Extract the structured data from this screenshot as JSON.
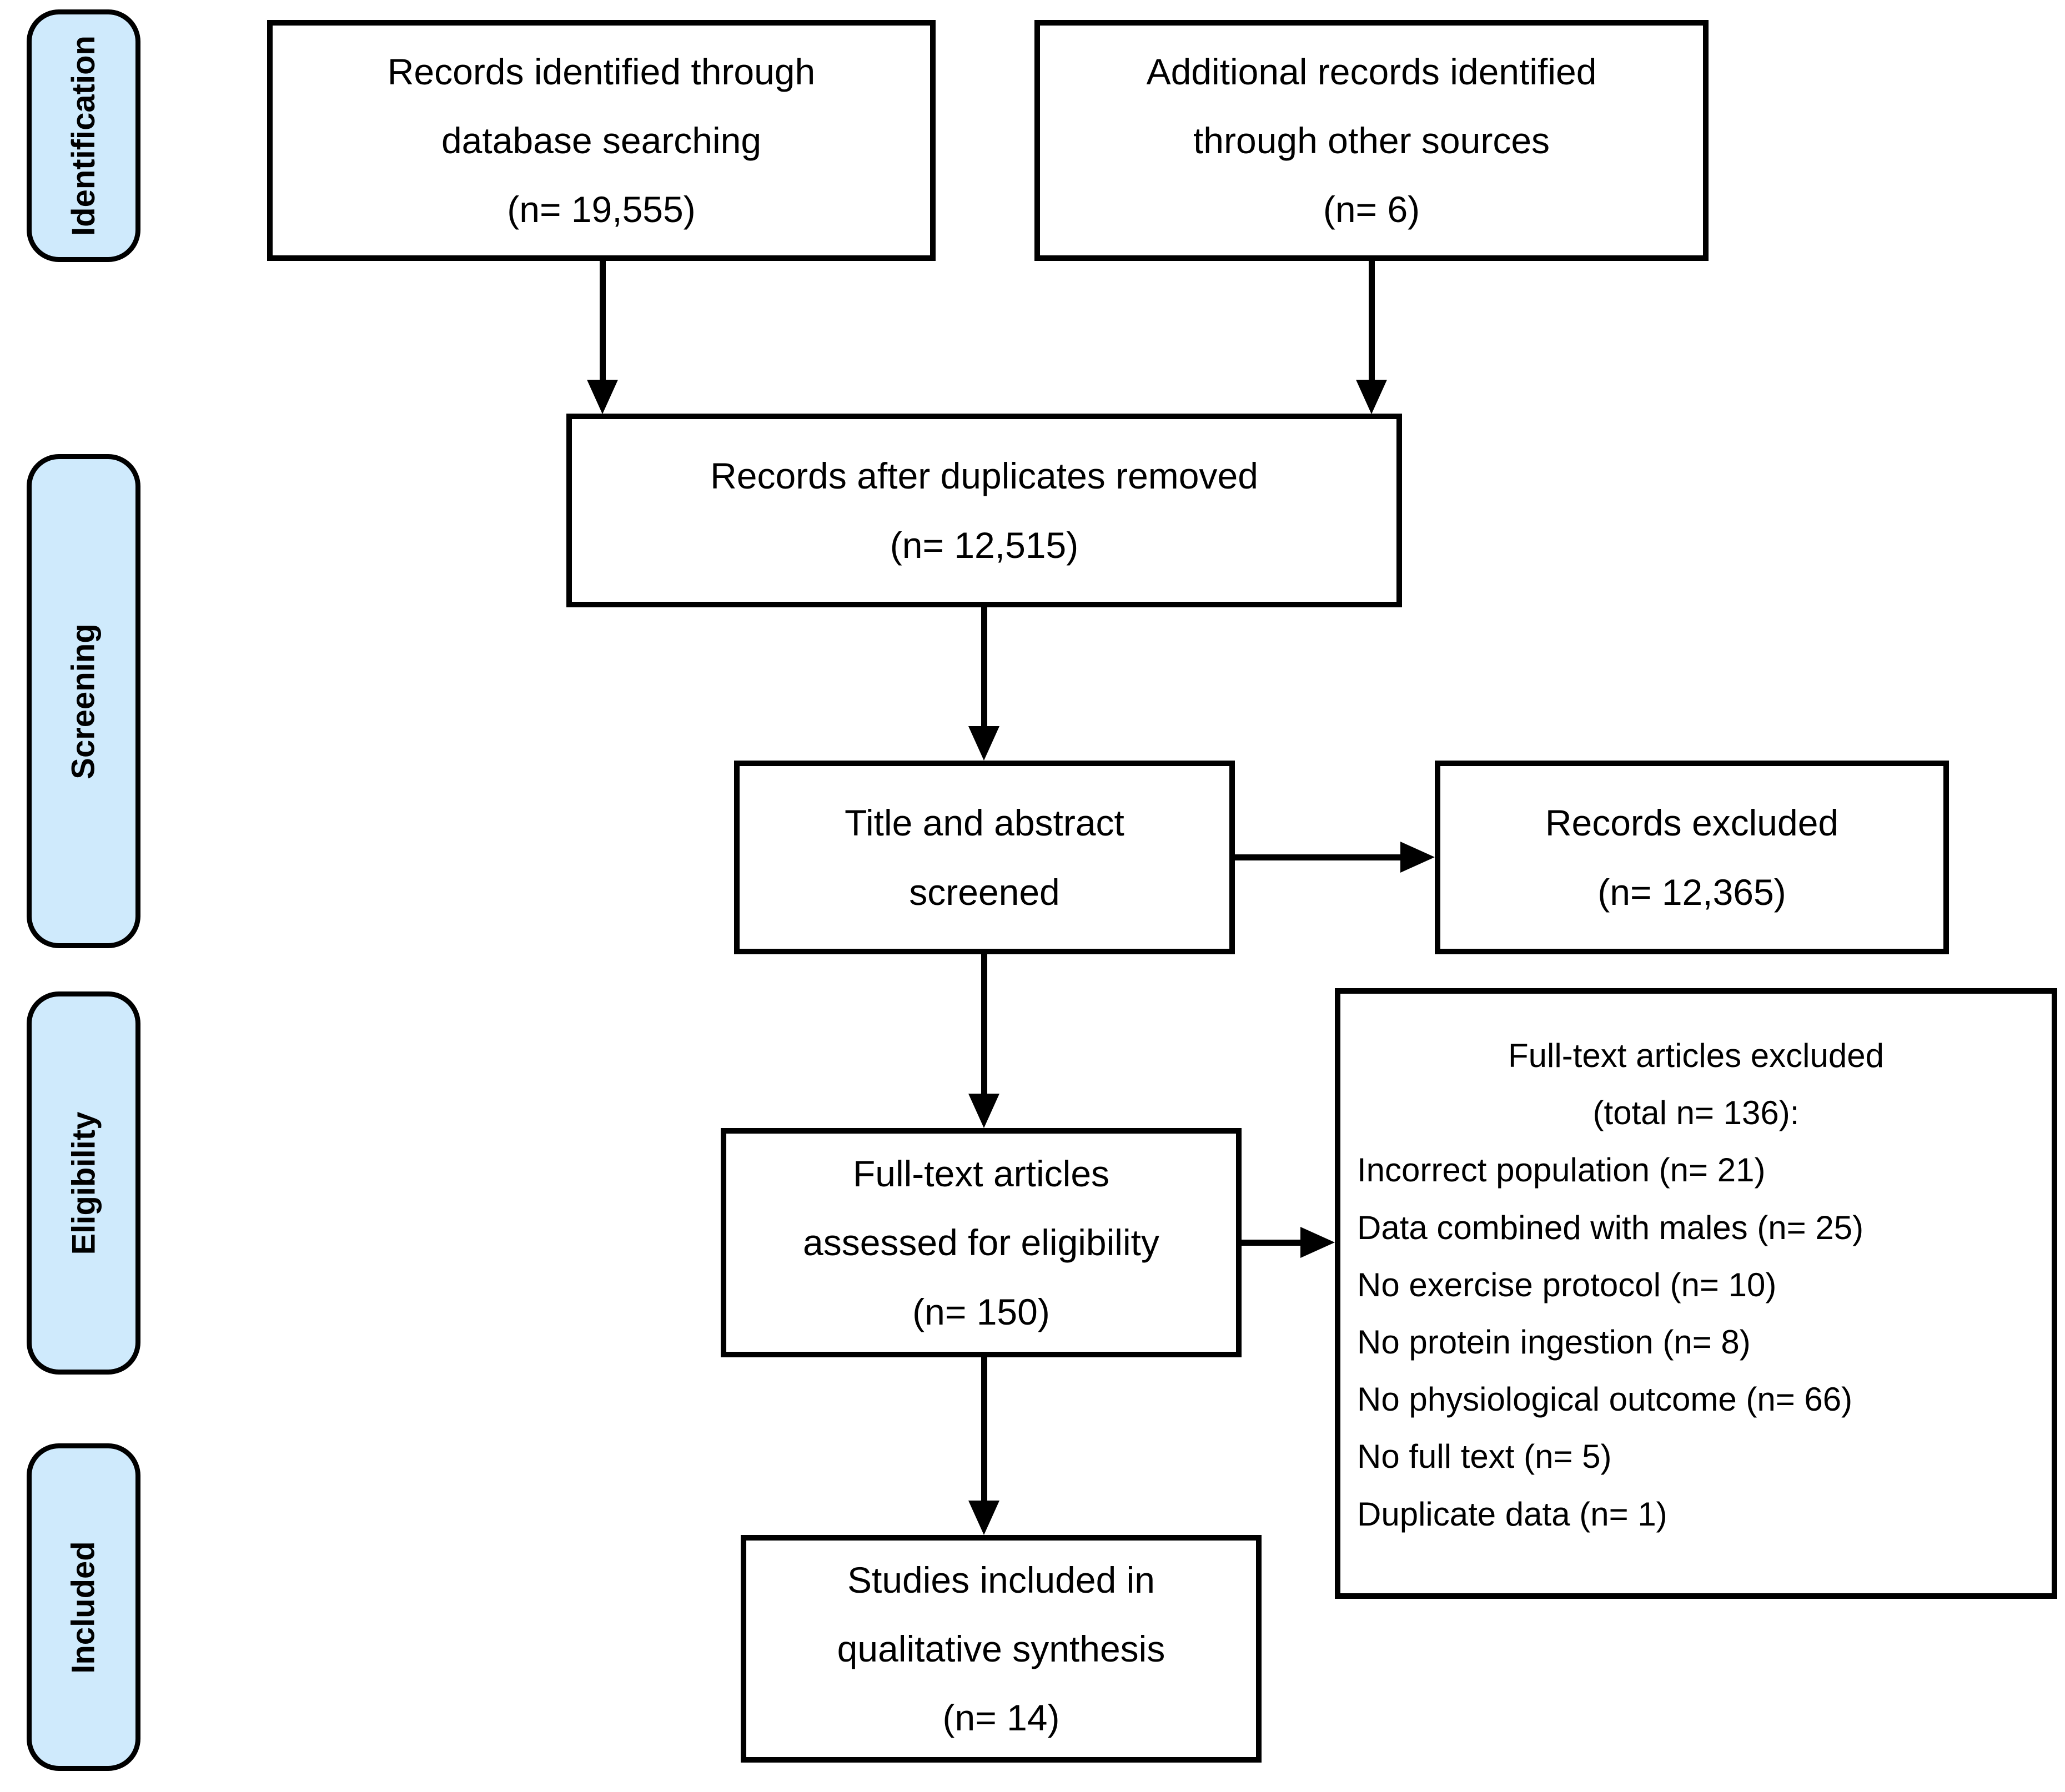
{
  "diagram": {
    "stage_labels": [
      {
        "id": "identification",
        "text": "Identification"
      },
      {
        "id": "screening",
        "text": "Screening"
      },
      {
        "id": "eligibility",
        "text": "Eligibility"
      },
      {
        "id": "included",
        "text": "Included"
      }
    ],
    "boxes": {
      "records_db": {
        "lines": [
          "Records identified through",
          "database searching",
          "(n= 19,555)"
        ]
      },
      "records_other": {
        "lines": [
          "Additional records identified",
          "through other sources",
          "(n= 6)"
        ]
      },
      "duplicates_removed": {
        "lines": [
          "Records after duplicates removed",
          "(n= 12,515)"
        ]
      },
      "title_abstract": {
        "lines": [
          "Title and abstract",
          "screened"
        ]
      },
      "records_excluded": {
        "lines": [
          "Records excluded",
          "(n= 12,365)"
        ]
      },
      "fulltext_assessed": {
        "lines": [
          "Full-text articles",
          "assessed for eligibility",
          "(n= 150)"
        ]
      },
      "fulltext_excluded": {
        "title_lines": [
          "Full-text articles excluded",
          "(total n= 136):"
        ],
        "items": [
          "Incorrect population (n= 21)",
          "Data combined with males (n= 25)",
          "No exercise protocol (n= 10)",
          "No protein ingestion (n= 8)",
          "No physiological outcome (n= 66)",
          "No full text (n= 5)",
          "Duplicate data (n= 1)"
        ]
      },
      "studies_included": {
        "lines": [
          "Studies included in",
          "qualitative synthesis",
          "(n= 14)"
        ]
      }
    },
    "colors": {
      "stage_fill": "#cfeafc",
      "stage_border": "#000000",
      "box_fill": "#ffffff",
      "box_border": "#000000",
      "text": "#000000"
    }
  }
}
